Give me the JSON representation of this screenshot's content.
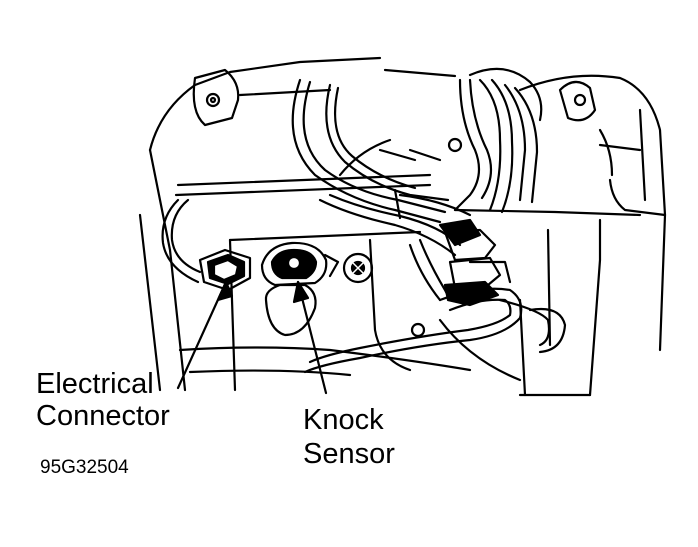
{
  "labels": {
    "electrical_connector": [
      "Electrical",
      "Connector"
    ],
    "knock_sensor": [
      "Knock",
      "Sensor"
    ],
    "figure_code": "95G32504"
  },
  "colors": {
    "ink": "#000000",
    "paper": "#ffffff"
  }
}
